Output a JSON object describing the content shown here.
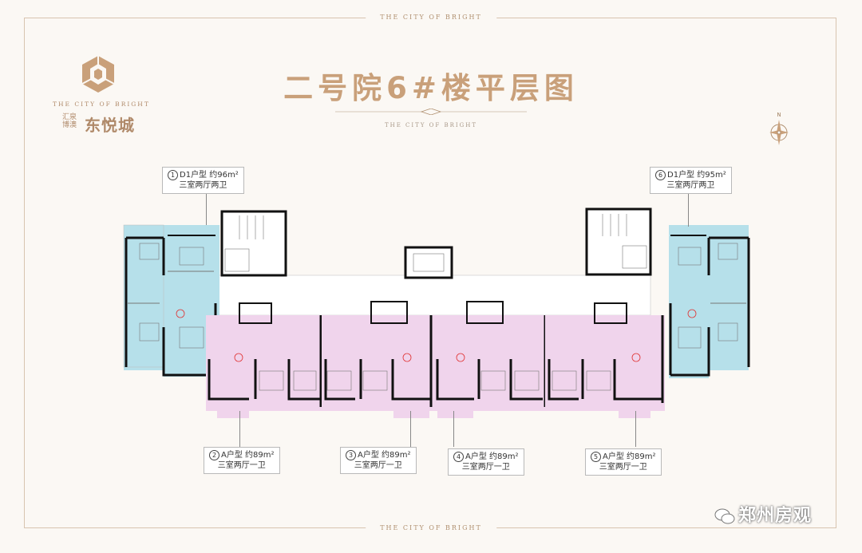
{
  "branding": {
    "top_ribbon": "THE CITY OF BRIGHT",
    "bottom_ribbon": "THE CITY OF BRIGHT",
    "logo_en": "THE CITY OF BRIGHT",
    "logo_cn_small_1": "汇泉",
    "logo_cn_small_2": "博澳",
    "logo_cn_big": "东悦城",
    "brand_color": "#c9a07a"
  },
  "header": {
    "title": "二号院6#楼平层图",
    "subtitle": "THE CITY OF BRIGHT"
  },
  "compass": {
    "north_label": "N"
  },
  "units": [
    {
      "num": "1",
      "type": "D1户型 约96m²",
      "layout": "三室两厅两卫"
    },
    {
      "num": "6",
      "type": "D1户型 约95m²",
      "layout": "三室两厅两卫"
    },
    {
      "num": "2",
      "type": "A户型 约89m²",
      "layout": "三室两厅一卫"
    },
    {
      "num": "3",
      "type": "A户型 约89m²",
      "layout": "三室两厅一卫"
    },
    {
      "num": "4",
      "type": "A户型 约89m²",
      "layout": "三室两厅一卫"
    },
    {
      "num": "5",
      "type": "A户型 约89m²",
      "layout": "三室两厅一卫"
    }
  ],
  "colors": {
    "d1_unit": "#b6e0ea",
    "a_unit": "#f0d4ec",
    "wall": "#111111"
  },
  "watermark": "郑州房观"
}
